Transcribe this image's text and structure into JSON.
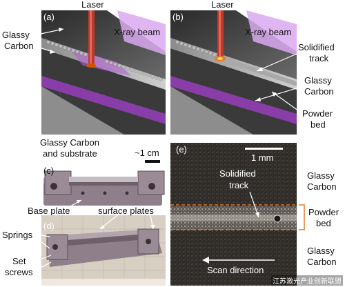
{
  "panel_a": {
    "letter": "(a)",
    "laser": "Laser",
    "xray": "X-ray beam",
    "glassy": [
      "Glassy",
      "Carbon"
    ]
  },
  "panel_b": {
    "letter": "(b)",
    "laser": "Laser",
    "xray": "X-ray beam",
    "solidified": [
      "Solidified",
      "track"
    ],
    "glassy": [
      "Glassy",
      "Carbon"
    ],
    "powder": [
      "Powder",
      "bed"
    ]
  },
  "panel_c": {
    "letter": "(c)",
    "top_label": [
      "Glassy Carbon",
      "and substrate"
    ],
    "scale": "~1 cm",
    "base_plate": "Base plate"
  },
  "panel_d": {
    "letter": "(d)",
    "surface_plates": "surface plates",
    "springs": "Springs",
    "set_screws": [
      "Set",
      "screws"
    ]
  },
  "panel_e": {
    "letter": "(e)",
    "scale": "1 mm",
    "solidified": [
      "Solidified",
      "track"
    ],
    "scan": "Scan direction",
    "glassy_top": [
      "Glassy",
      "Carbon"
    ],
    "powder": [
      "Powder",
      "bed"
    ],
    "glassy_bottom": [
      "Glassy",
      "Carbon"
    ]
  },
  "watermark": "江苏激光产业创新联盟",
  "colors": {
    "laser": "#c0392b",
    "xray": "#b05fd6",
    "track_outline": "#e07a2a"
  }
}
